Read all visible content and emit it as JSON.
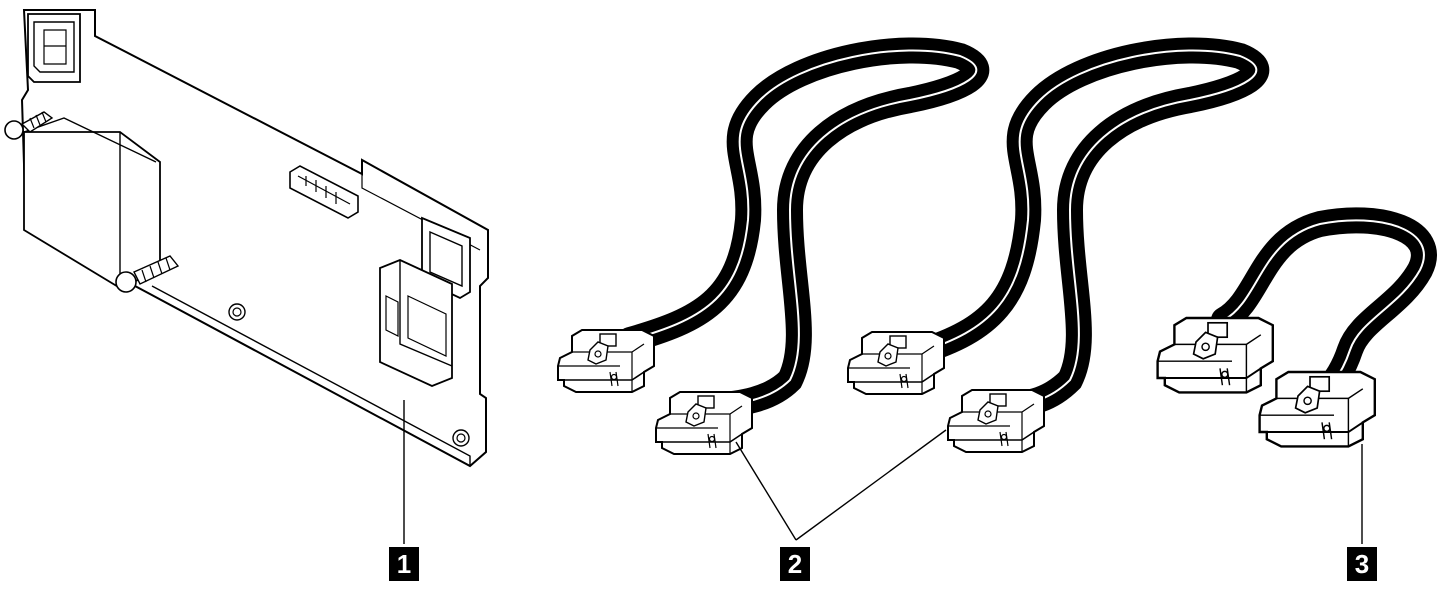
{
  "callouts": [
    {
      "number": "1"
    },
    {
      "number": "2"
    },
    {
      "number": "3"
    }
  ],
  "colors": {
    "line": "#000000",
    "background": "#ffffff"
  }
}
